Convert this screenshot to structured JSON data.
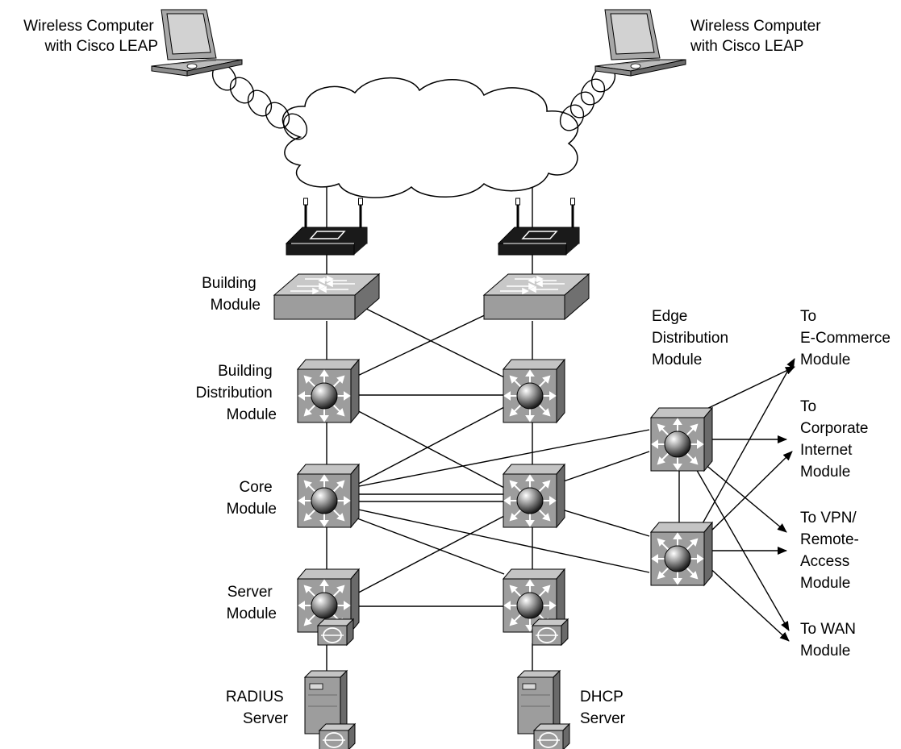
{
  "labels": {
    "wireless_left": [
      "Wireless Computer",
      "with Cisco LEAP"
    ],
    "wireless_right": [
      "Wireless Computer",
      "with Cisco LEAP"
    ],
    "building_module": [
      "Building",
      "Module"
    ],
    "building_distribution_module": [
      "Building",
      "Distribution",
      "Module"
    ],
    "core_module": [
      "Core",
      "Module"
    ],
    "server_module": [
      "Server",
      "Module"
    ],
    "radius_server": [
      "RADIUS",
      "Server"
    ],
    "dhcp_server": [
      "DHCP",
      "Server"
    ],
    "edge_distribution_module": [
      "Edge",
      "Distribution",
      "Module"
    ],
    "to_ecommerce": [
      "To",
      "E-Commerce",
      "Module"
    ],
    "to_corporate_internet": [
      "To",
      "Corporate",
      "Internet",
      "Module"
    ],
    "to_vpn": [
      "To VPN/",
      "Remote-",
      "Access",
      "Module"
    ],
    "to_wan": [
      "To WAN",
      "Module"
    ]
  },
  "colors": {
    "device_gray": "#9a9a9a",
    "device_top": "#bdbdbd",
    "device_side": "#6e6e6e",
    "ap_black": "#1a1a1a",
    "line": "#000000"
  },
  "icons": {
    "laptop": "laptop-icon",
    "cloud": "cloud-icon",
    "access_point": "wireless-access-point-icon",
    "switch": "workgroup-switch-icon",
    "l3_switch": "layer3-switch-icon",
    "ids": "ids-sensor-icon",
    "server": "server-icon"
  }
}
